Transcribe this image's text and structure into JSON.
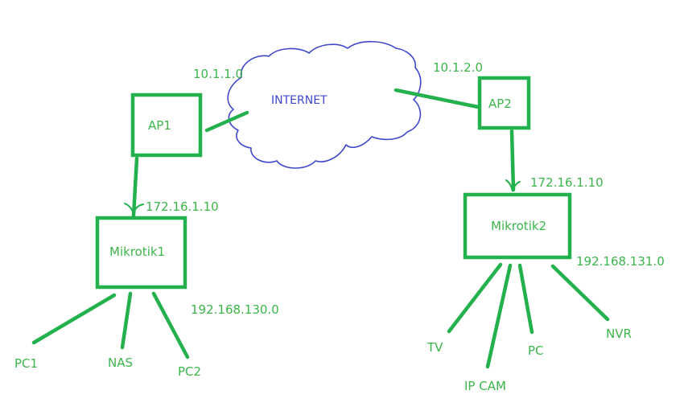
{
  "cloud": {
    "label": "INTERNET"
  },
  "subnets": {
    "wan_left": "10.1.1.0",
    "wan_right": "10.1.2.0",
    "lan_left": "192.168.130.0",
    "lan_right": "192.168.131.0"
  },
  "nodes": {
    "ap1": "AP1",
    "ap2": "AP2",
    "mikrotik1": "Mikrotik1",
    "mikrotik2": "Mikrotik2"
  },
  "links": {
    "ap1_to_mikrotik1_ip": "172.16.1.10",
    "ap2_to_mikrotik2_ip": "172.16.1.10"
  },
  "devices_left": {
    "pc1": "PC1",
    "nas": "NAS",
    "pc2": "PC2"
  },
  "devices_right": {
    "tv": "TV",
    "ipcam": "IP CAM",
    "pc": "PC",
    "nvr": "NVR"
  },
  "colors": {
    "node_green": "#22b14c",
    "text_green": "#3cb54a",
    "cloud_blue": "#3f48cc"
  }
}
